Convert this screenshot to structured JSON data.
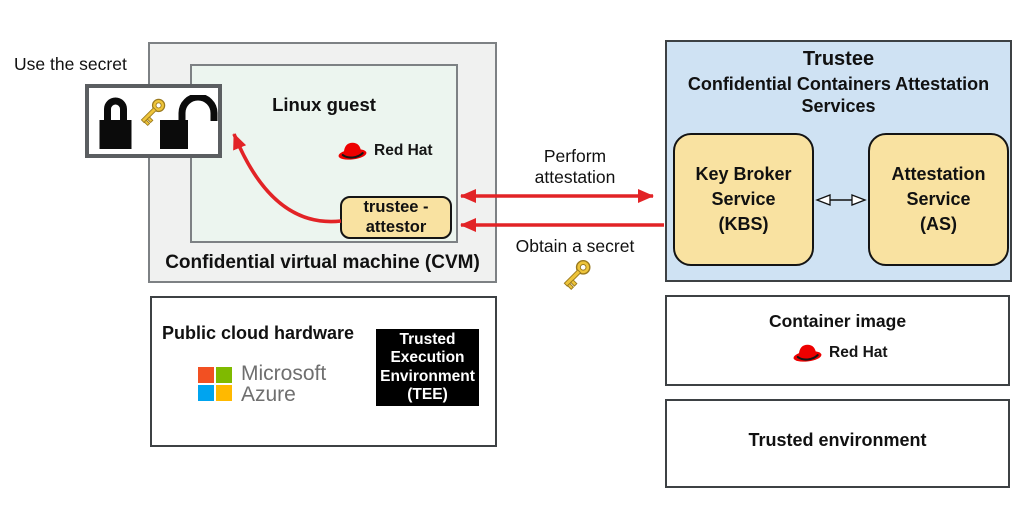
{
  "colors": {
    "arrow_red": "#e22326",
    "trustee_blue": "#cfe2f3",
    "service_yellow": "#f9e2a1",
    "cvm_gray": "#f0f1f0",
    "guest_mint": "#ecf5ef",
    "tee_black": "#000000",
    "redhat_red": "#ee0000",
    "ms_red": "#f25022",
    "ms_green": "#7fba00",
    "ms_blue": "#00a4ef",
    "ms_yellow": "#ffb900"
  },
  "icons": {
    "locked_padlock": "locked-padlock-icon",
    "unlocked_padlock": "unlocked-padlock-icon",
    "key": "gold-key-icon",
    "redhat": "red-fedora-hat-icon",
    "microsoft": "microsoft-four-squares-icon"
  },
  "left": {
    "use_secret_label": "Use the secret",
    "cvm_title": "Confidential virtual machine (CVM)",
    "linux_guest_title": "Linux guest",
    "redhat_label": "Red Hat",
    "attestor_lines": [
      "trustee -",
      "attestor"
    ]
  },
  "middle": {
    "perform_lines": [
      "Perform",
      "attestation"
    ],
    "obtain_label": "Obtain a secret"
  },
  "trustee": {
    "title": "Trustee",
    "subtitle_lines": [
      "Confidential Containers Attestation",
      "Services"
    ],
    "kbs_lines": [
      "Key Broker",
      "Service",
      "(KBS)"
    ],
    "as_lines": [
      "Attestation",
      "Service",
      "(AS)"
    ]
  },
  "bottom_left": {
    "title": "Public cloud hardware",
    "microsoft_lines": [
      "Microsoft",
      "Azure"
    ],
    "tee_lines": [
      "Trusted",
      "Execution",
      "Environment",
      "(TEE)"
    ]
  },
  "bottom_right": {
    "container_title": "Container image",
    "redhat_label": "Red Hat",
    "trusted_title": "Trusted environment"
  }
}
